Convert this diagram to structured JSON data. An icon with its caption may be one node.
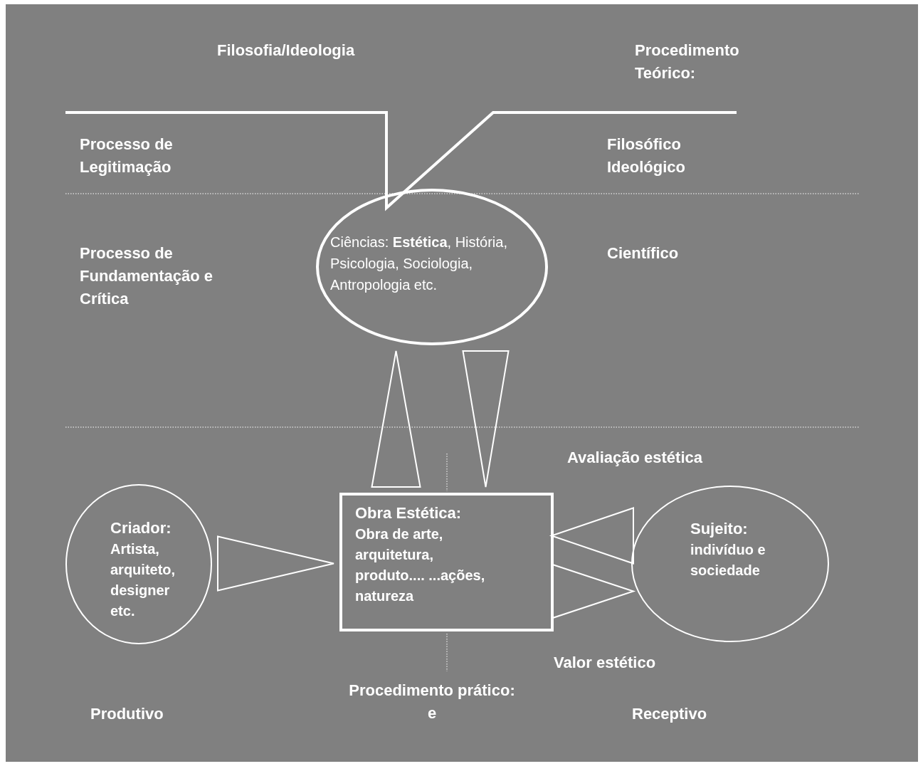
{
  "diagram": {
    "nodes": [
      {
        "text": [
          "Ciências: **Estética**, História, Psicologia, Sociologia, Antropologia etc."
        ]
      },
      {
        "text": [
          "Criador:",
          "Artista, arquiteto, designer etc."
        ]
      },
      {
        "text": [
          "Obra Estética:",
          "Obra de arte, arquitetura, produto.... ...ações, natureza"
        ]
      },
      {
        "text": [
          "Sujeito:",
          "indivíduo e sociedade"
        ]
      }
    ],
    "edges": [
      {
        "from": 2,
        "to": 0,
        "arrow": "to"
      },
      {
        "from": 0,
        "to": 2,
        "arrow": "to"
      },
      {
        "from": 1,
        "to": 2,
        "arrow": "to"
      },
      {
        "from": 3,
        "to": 2,
        "arrow": "to"
      },
      {
        "from": 2,
        "to": 3,
        "arrow": "to"
      }
    ],
    "labels": [
      "Filosofia/Ideologia",
      "Procedimento Teórico:",
      "Processo de Legitimação",
      "Filosófico Ideológico",
      "Processo de Fundamentação e Crítica",
      "Científico",
      "Avaliação estética",
      "Valor estético",
      "Procedimento prático: e",
      "Produtivo",
      "Receptivo"
    ]
  }
}
